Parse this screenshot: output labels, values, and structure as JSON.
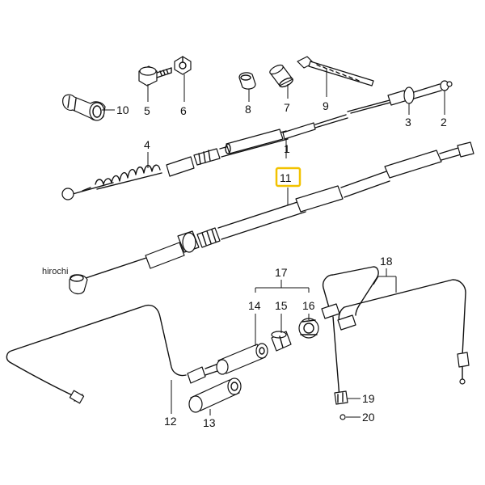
{
  "watermark": "hirochi",
  "highlight_color": "#f2c200",
  "highlighted_part": "11",
  "labels": {
    "p1": "1",
    "p2": "2",
    "p3": "3",
    "p4": "4",
    "p5": "5",
    "p6": "6",
    "p7": "7",
    "p8": "8",
    "p9": "9",
    "p10": "10",
    "p11": "11",
    "p12": "12",
    "p13": "13",
    "p14": "14",
    "p15": "15",
    "p16": "16",
    "p17": "17",
    "p18": "18",
    "p19": "19",
    "p20": "20"
  }
}
